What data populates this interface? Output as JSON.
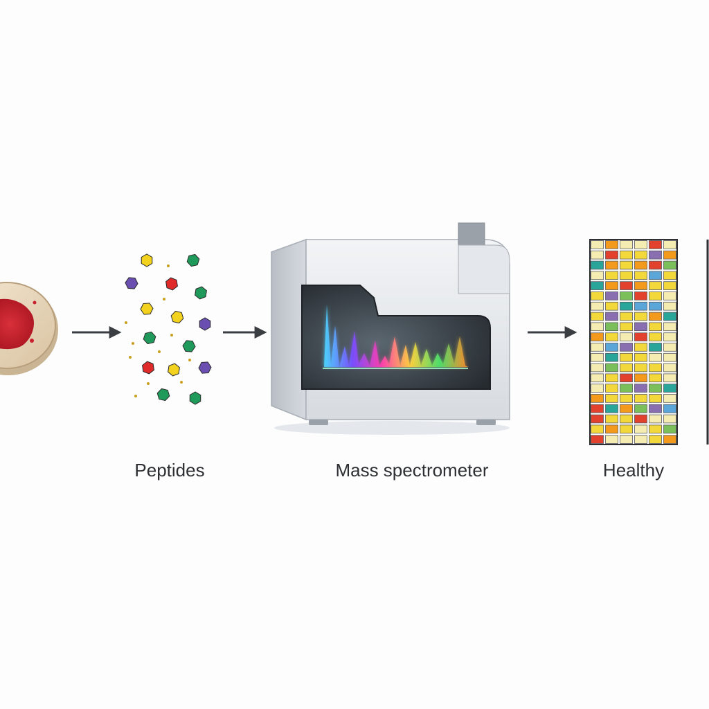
{
  "labels": {
    "peptides": "Peptides",
    "mass_spectrometer": "Mass spectrometer",
    "healthy": "Healthy"
  },
  "colors": {
    "tissue": "#c8202e",
    "dish": "#e8d8c0",
    "arrow": "#3a3d42",
    "machine_body": "#e9ecef",
    "machine_window": "#2c3136",
    "peptide_yellow": "#f2d21c",
    "peptide_green": "#1f9a5a",
    "peptide_red": "#e02a2a",
    "peptide_purple": "#6a4fb0",
    "grid_red": "#e2412d",
    "grid_orange": "#f39a1d",
    "grid_yellow": "#f2d83a",
    "grid_lightyellow": "#f4ecb0",
    "grid_green": "#7bbf5a",
    "grid_blue": "#5aa6d8",
    "grid_purple": "#8a6fb0",
    "grid_teal": "#2aa59a"
  },
  "peptides": [
    {
      "color": "yellow",
      "size": "large"
    },
    {
      "color": "green",
      "size": "large"
    },
    {
      "color": "purple",
      "size": "large"
    },
    {
      "color": "red",
      "size": "large"
    },
    {
      "color": "green",
      "size": "large"
    },
    {
      "color": "yellow",
      "size": "large"
    },
    {
      "color": "yellow",
      "size": "large"
    },
    {
      "color": "purple",
      "size": "large"
    },
    {
      "color": "green",
      "size": "large"
    },
    {
      "color": "green",
      "size": "large"
    },
    {
      "color": "red",
      "size": "large"
    },
    {
      "color": "yellow",
      "size": "large"
    },
    {
      "color": "purple",
      "size": "large"
    },
    {
      "color": "green",
      "size": "large"
    },
    {
      "color": "green",
      "size": "large"
    }
  ],
  "heatmap": {
    "rows": 20,
    "cols": 6,
    "cells": [
      "lightyellow orange lightyellow lightyellow red lightyellow",
      "lightyellow red yellow yellow purple orange",
      "teal orange yellow orange red green",
      "lightyellow yellow yellow yellow blue yellow",
      "teal orange red orange yellow yellow",
      "yellow purple green red yellow lightyellow",
      "lightyellow yellow teal blue blue lightyellow",
      "yellow purple yellow yellow orange teal",
      "lightyellow green yellow purple yellow lightyellow",
      "orange yellow lightyellow red yellow lightyellow",
      "lightyellow blue purple yellow teal lightyellow",
      "lightyellow teal yellow yellow lightyellow lightyellow",
      "lightyellow green yellow yellow yellow lightyellow",
      "lightyellow yellow red orange yellow lightyellow",
      "lightyellow yellow green purple green teal",
      "orange yellow yellow yellow yellow lightyellow",
      "red teal orange green purple blue",
      "red yellow yellow red lightyellow lightyellow",
      "yellow orange yellow lightyellow yellow green",
      "red lightyellow lightyellow lightyellow yellow orange"
    ]
  }
}
